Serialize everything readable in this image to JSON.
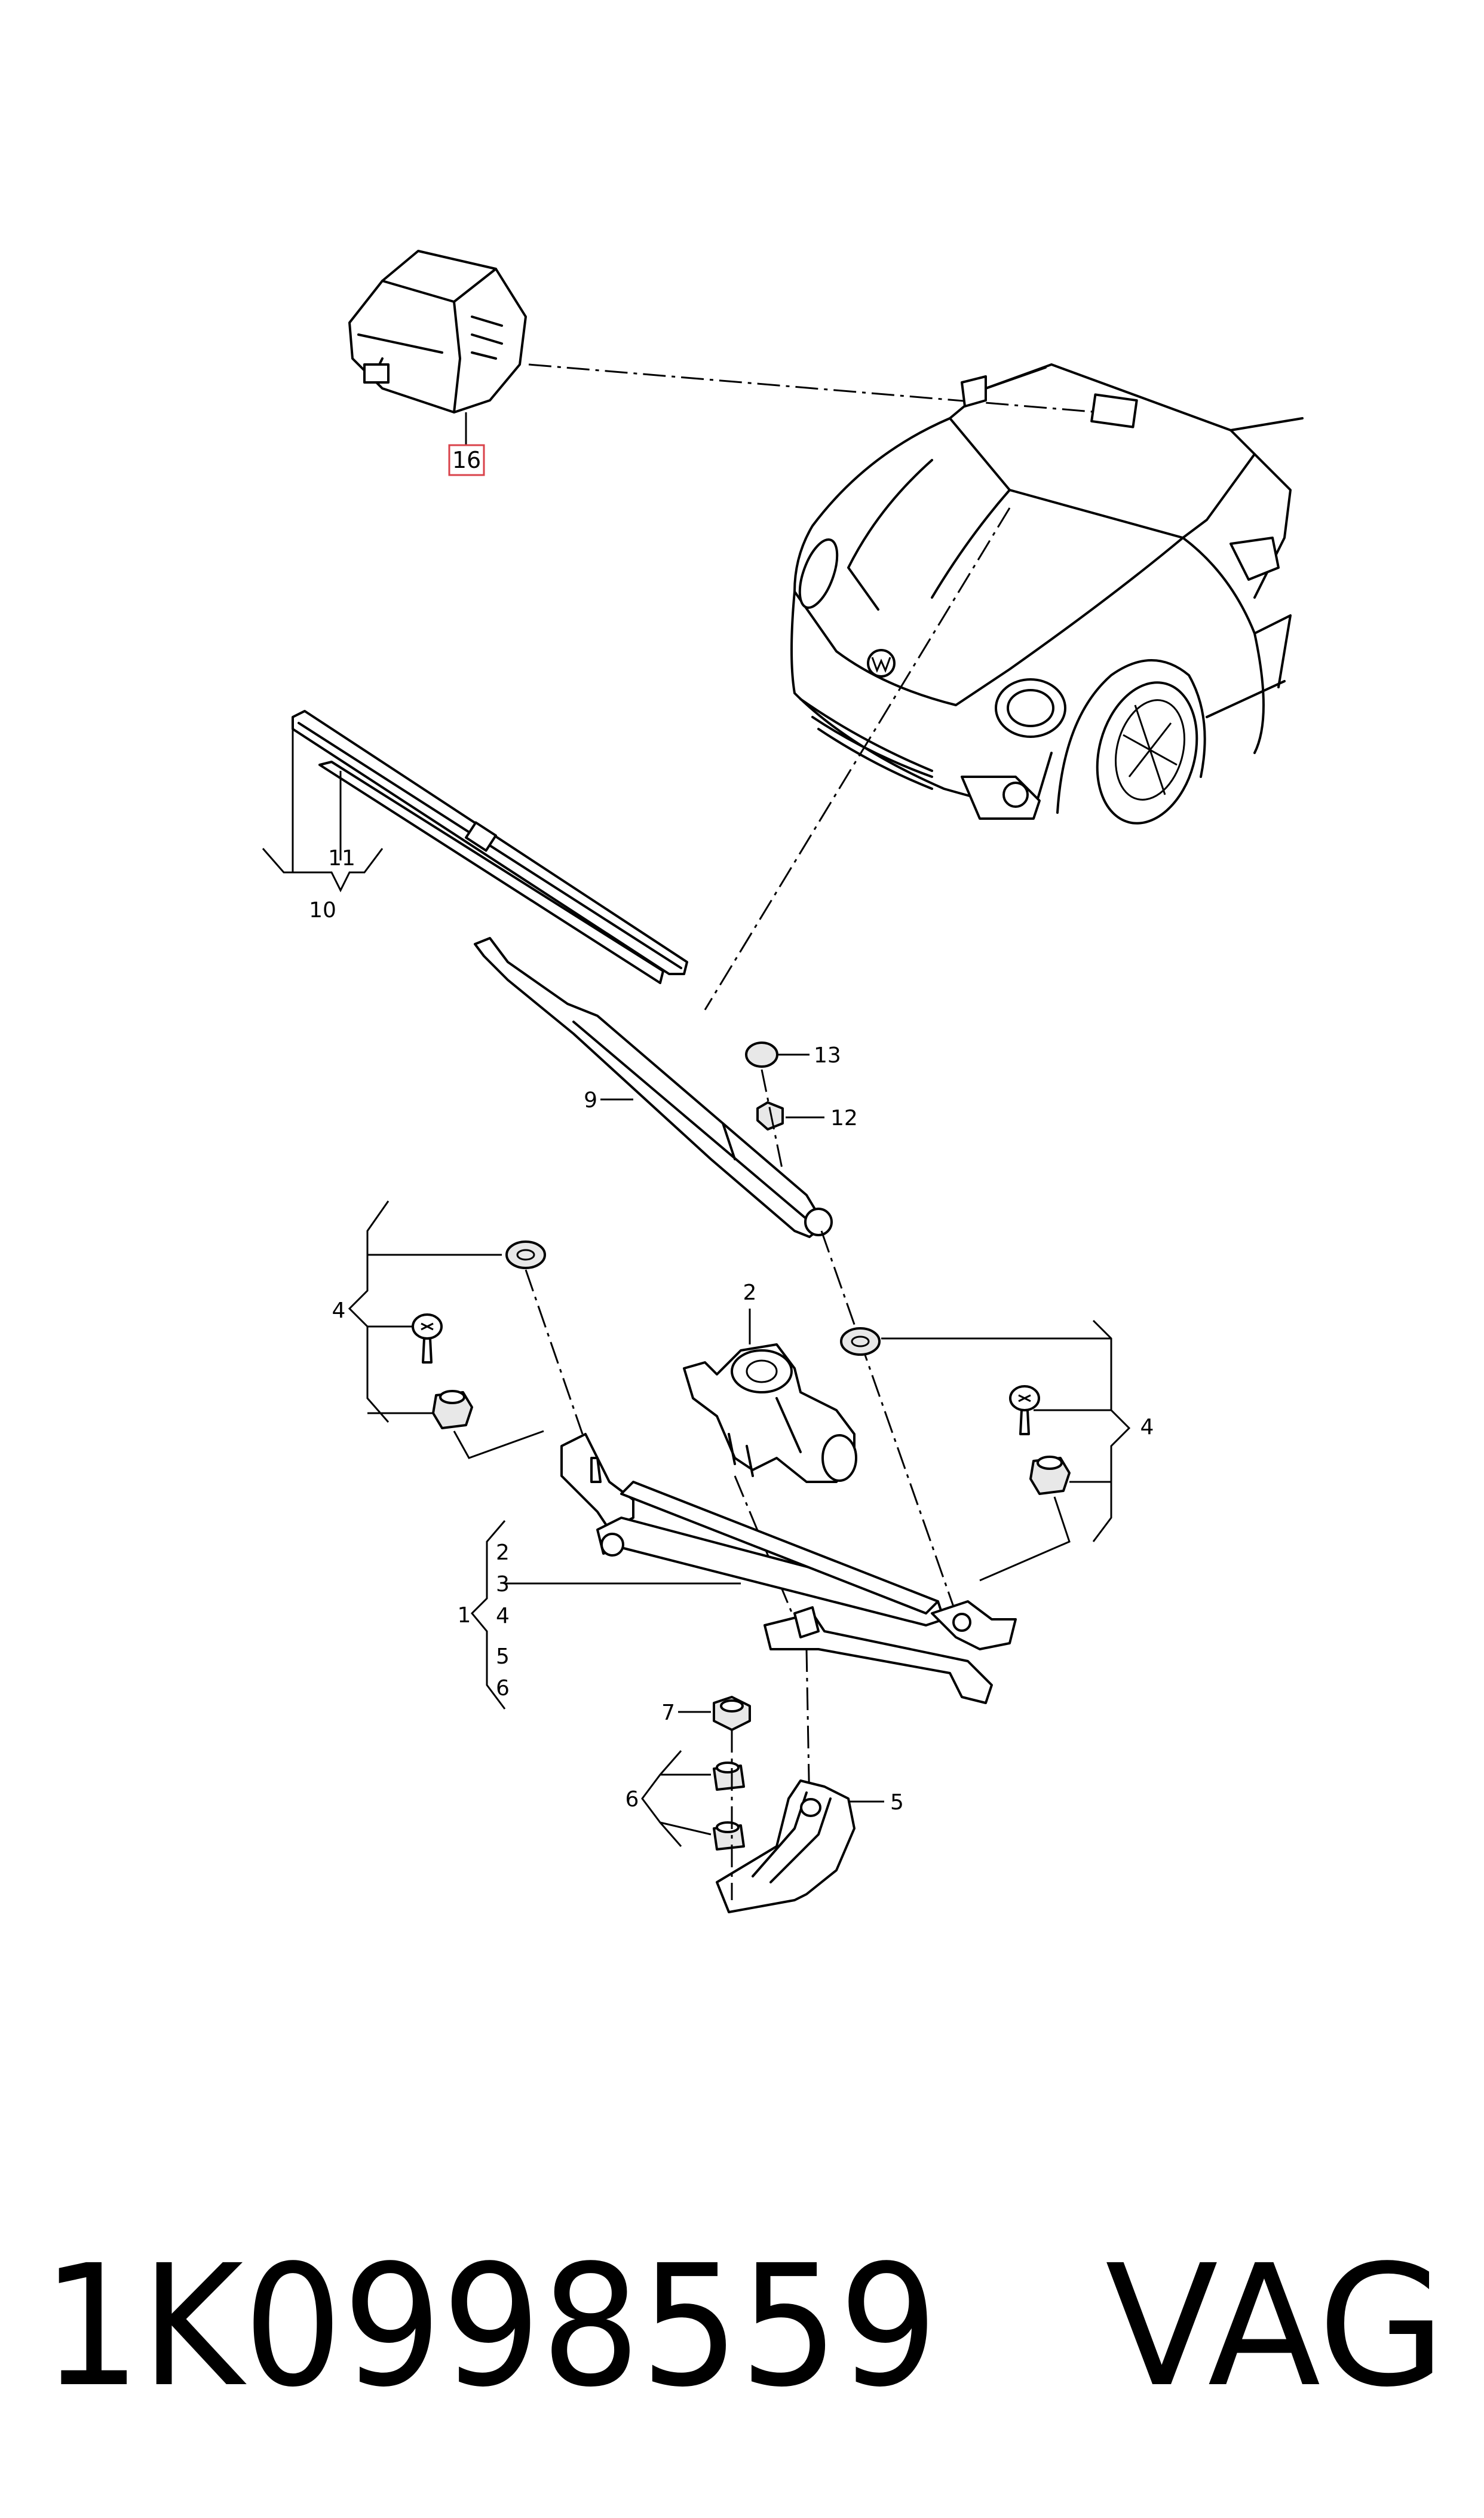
{
  "labels": {
    "l16": "16",
    "l11": "11",
    "l10": "10",
    "l13": "13",
    "l12": "12",
    "l9": "9",
    "l2": "2",
    "l4_left": "4",
    "l4_right": "4",
    "l1": "1",
    "g2": "2",
    "g3": "3",
    "g4": "4",
    "g5": "5",
    "g6": "6",
    "l7": "7",
    "l6": "6",
    "l5": "5"
  },
  "footer": {
    "part_number": "1K0998559",
    "brand": "VAG"
  },
  "colors": {
    "highlight_box": "#d9424a",
    "line": "#000000"
  }
}
